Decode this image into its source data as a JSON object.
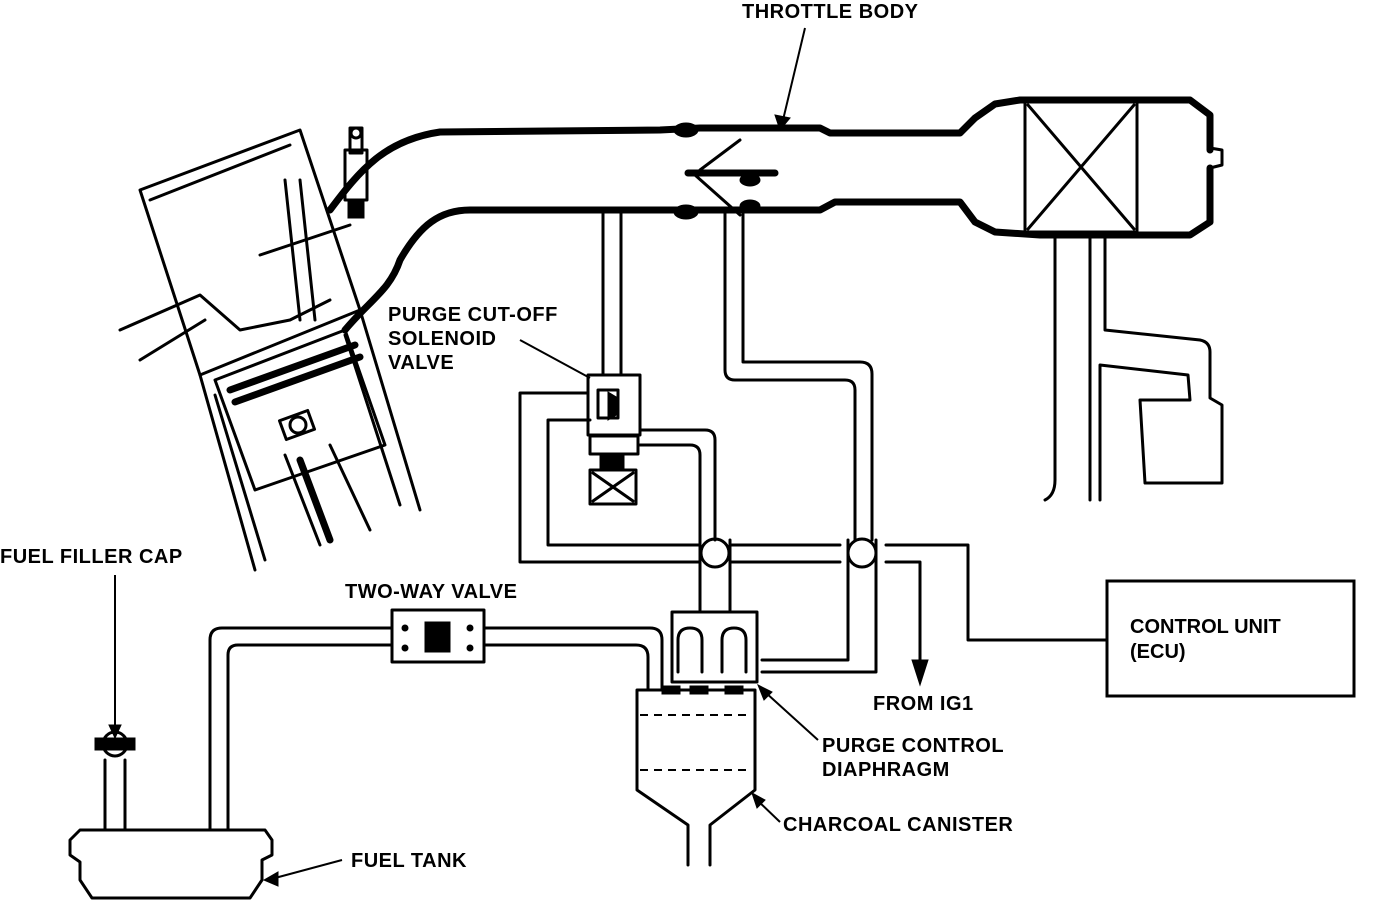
{
  "labels": {
    "throttle_body": "THROTTLE BODY",
    "purge_cutoff_line1": "PURGE CUT-OFF",
    "purge_cutoff_line2": "SOLENOID",
    "purge_cutoff_line3": "VALVE",
    "fuel_filler_cap": "FUEL FILLER CAP",
    "two_way_valve": "TWO-WAY VALVE",
    "from_ig1": "FROM IG1",
    "purge_control_line1": "PURGE CONTROL",
    "purge_control_line2": "DIAPHRAGM",
    "charcoal_canister": "CHARCOAL CANISTER",
    "fuel_tank": "FUEL TANK"
  },
  "ecu": {
    "line1": "CONTROL UNIT",
    "line2": "(ECU)"
  }
}
